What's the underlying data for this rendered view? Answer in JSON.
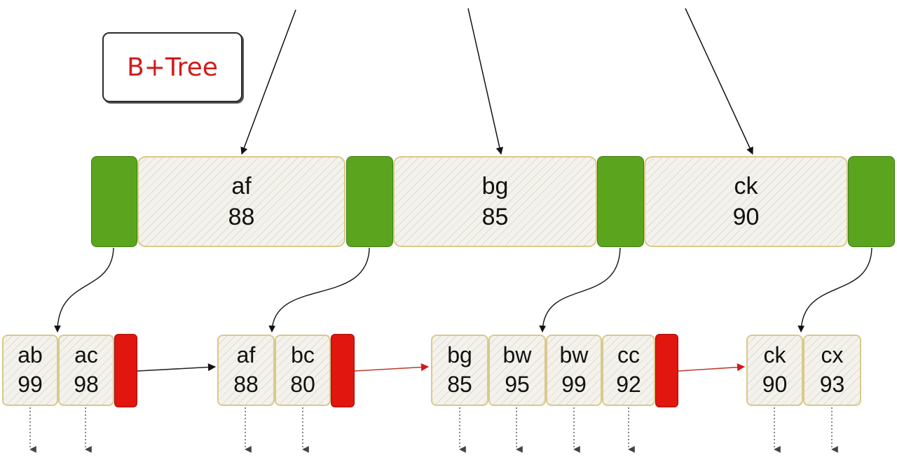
{
  "title": "B+Tree",
  "colors": {
    "title_text": "#d11a1a",
    "child_pointer": "#5aa51d",
    "next_pointer": "#e0160f",
    "key_border": "#d9c98a",
    "key_fill": "#f4f2ec"
  },
  "internal_node": {
    "keys": [
      {
        "key": "af",
        "value": "88"
      },
      {
        "key": "bg",
        "value": "85"
      },
      {
        "key": "ck",
        "value": "90"
      }
    ]
  },
  "leaves": [
    {
      "entries": [
        {
          "key": "ab",
          "value": "99"
        },
        {
          "key": "ac",
          "value": "98"
        }
      ]
    },
    {
      "entries": [
        {
          "key": "af",
          "value": "88"
        },
        {
          "key": "bc",
          "value": "80"
        }
      ]
    },
    {
      "entries": [
        {
          "key": "bg",
          "value": "85"
        },
        {
          "key": "bw",
          "value": "95"
        },
        {
          "key": "bw",
          "value": "99"
        },
        {
          "key": "cc",
          "value": "92"
        }
      ]
    },
    {
      "entries": [
        {
          "key": "ck",
          "value": "90"
        },
        {
          "key": "cx",
          "value": "93"
        }
      ]
    }
  ]
}
